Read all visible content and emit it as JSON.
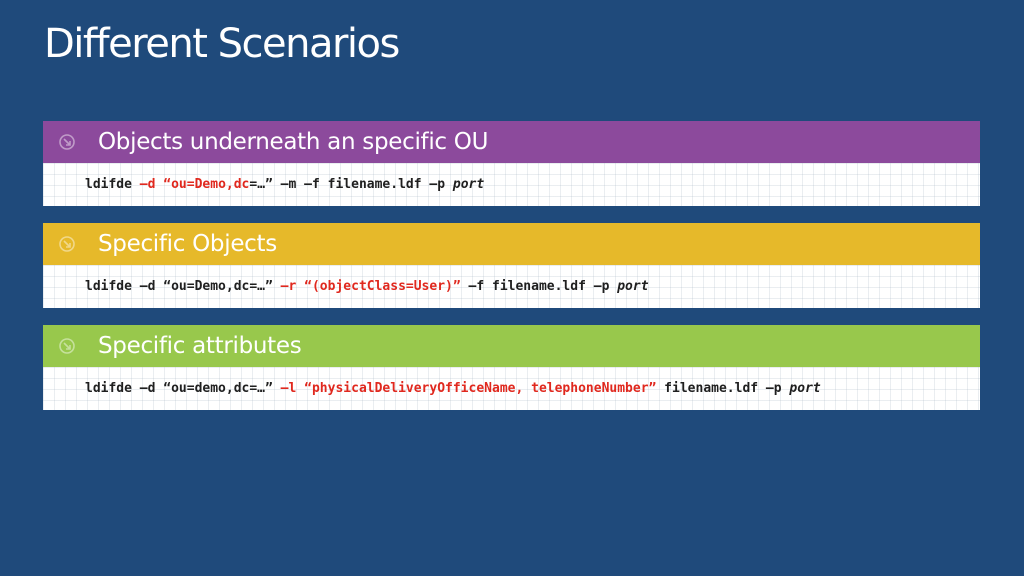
{
  "title": "Different Scenarios",
  "colors": {
    "background": "#1f4a7b",
    "scenario1": "#8c4a9c",
    "scenario2": "#e6b92a",
    "scenario3": "#98c84c",
    "highlight": "#e0281e"
  },
  "scenarios": [
    {
      "icon": "arrow-circle-icon",
      "heading": "Objects underneath an specific OU",
      "command": {
        "p1": "ldifde ",
        "p2": "–d “ou=Demo,dc",
        "p3": "=…” –m –f filename.ldf –p ",
        "p4": "port"
      }
    },
    {
      "icon": "arrow-circle-icon",
      "heading": "Specific Objects",
      "command": {
        "p1": "ldifde –d “ou=Demo,dc=…” ",
        "p2": "–r “(objectClass=User)”",
        "p3": " –f filename.ldf –p ",
        "p4": "port"
      }
    },
    {
      "icon": "arrow-circle-icon",
      "heading": "Specific attributes",
      "command": {
        "p1": "ldifde –d “ou=demo,dc=…” ",
        "p2": "–l “physicalDeliveryOfficeName, telephoneNumber”",
        "p3": " filename.ldf –p ",
        "p4": "port"
      }
    }
  ]
}
